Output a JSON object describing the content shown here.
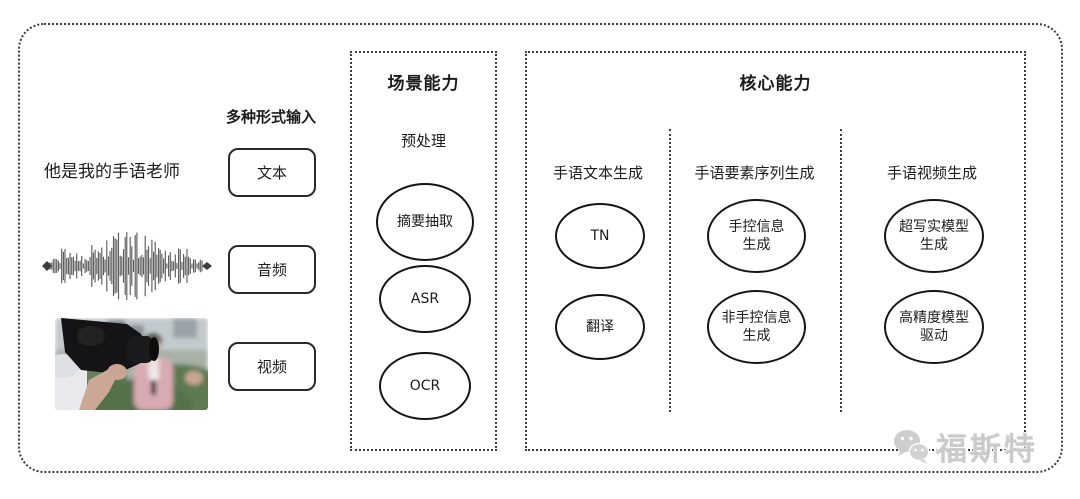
{
  "colors": {
    "background": "#ffffff",
    "border": "#3c3c3c",
    "text": "#1c1c1c",
    "node_stroke": "#151515",
    "watermark": "#c9c9c9"
  },
  "input_section": {
    "heading": "多种形式输入",
    "sample_text": "他是我的手语老师",
    "types": [
      {
        "label": "文本"
      },
      {
        "label": "音频"
      },
      {
        "label": "视频"
      }
    ],
    "waveform_icon": "audio-waveform-icon",
    "photo_icon": "reporter-video-photo"
  },
  "scene_box": {
    "title": "场景能力",
    "subtitle": "预处理",
    "nodes": [
      {
        "label": "摘要抽取"
      },
      {
        "label": "ASR"
      },
      {
        "label": "OCR"
      }
    ]
  },
  "core_box": {
    "title": "核心能力",
    "columns": [
      {
        "label": "手语文本生成",
        "nodes": [
          {
            "label": "TN"
          },
          {
            "label": "翻译"
          }
        ]
      },
      {
        "label": "手语要素序列生成",
        "nodes": [
          {
            "label": "手控信息\n生成"
          },
          {
            "label": "非手控信息\n生成"
          }
        ]
      },
      {
        "label": "手语视频生成",
        "nodes": [
          {
            "label": "超写实模型\n生成"
          },
          {
            "label": "高精度模型\n驱动"
          }
        ]
      }
    ]
  },
  "watermark": {
    "text": "福斯特",
    "icon": "wechat-icon"
  }
}
